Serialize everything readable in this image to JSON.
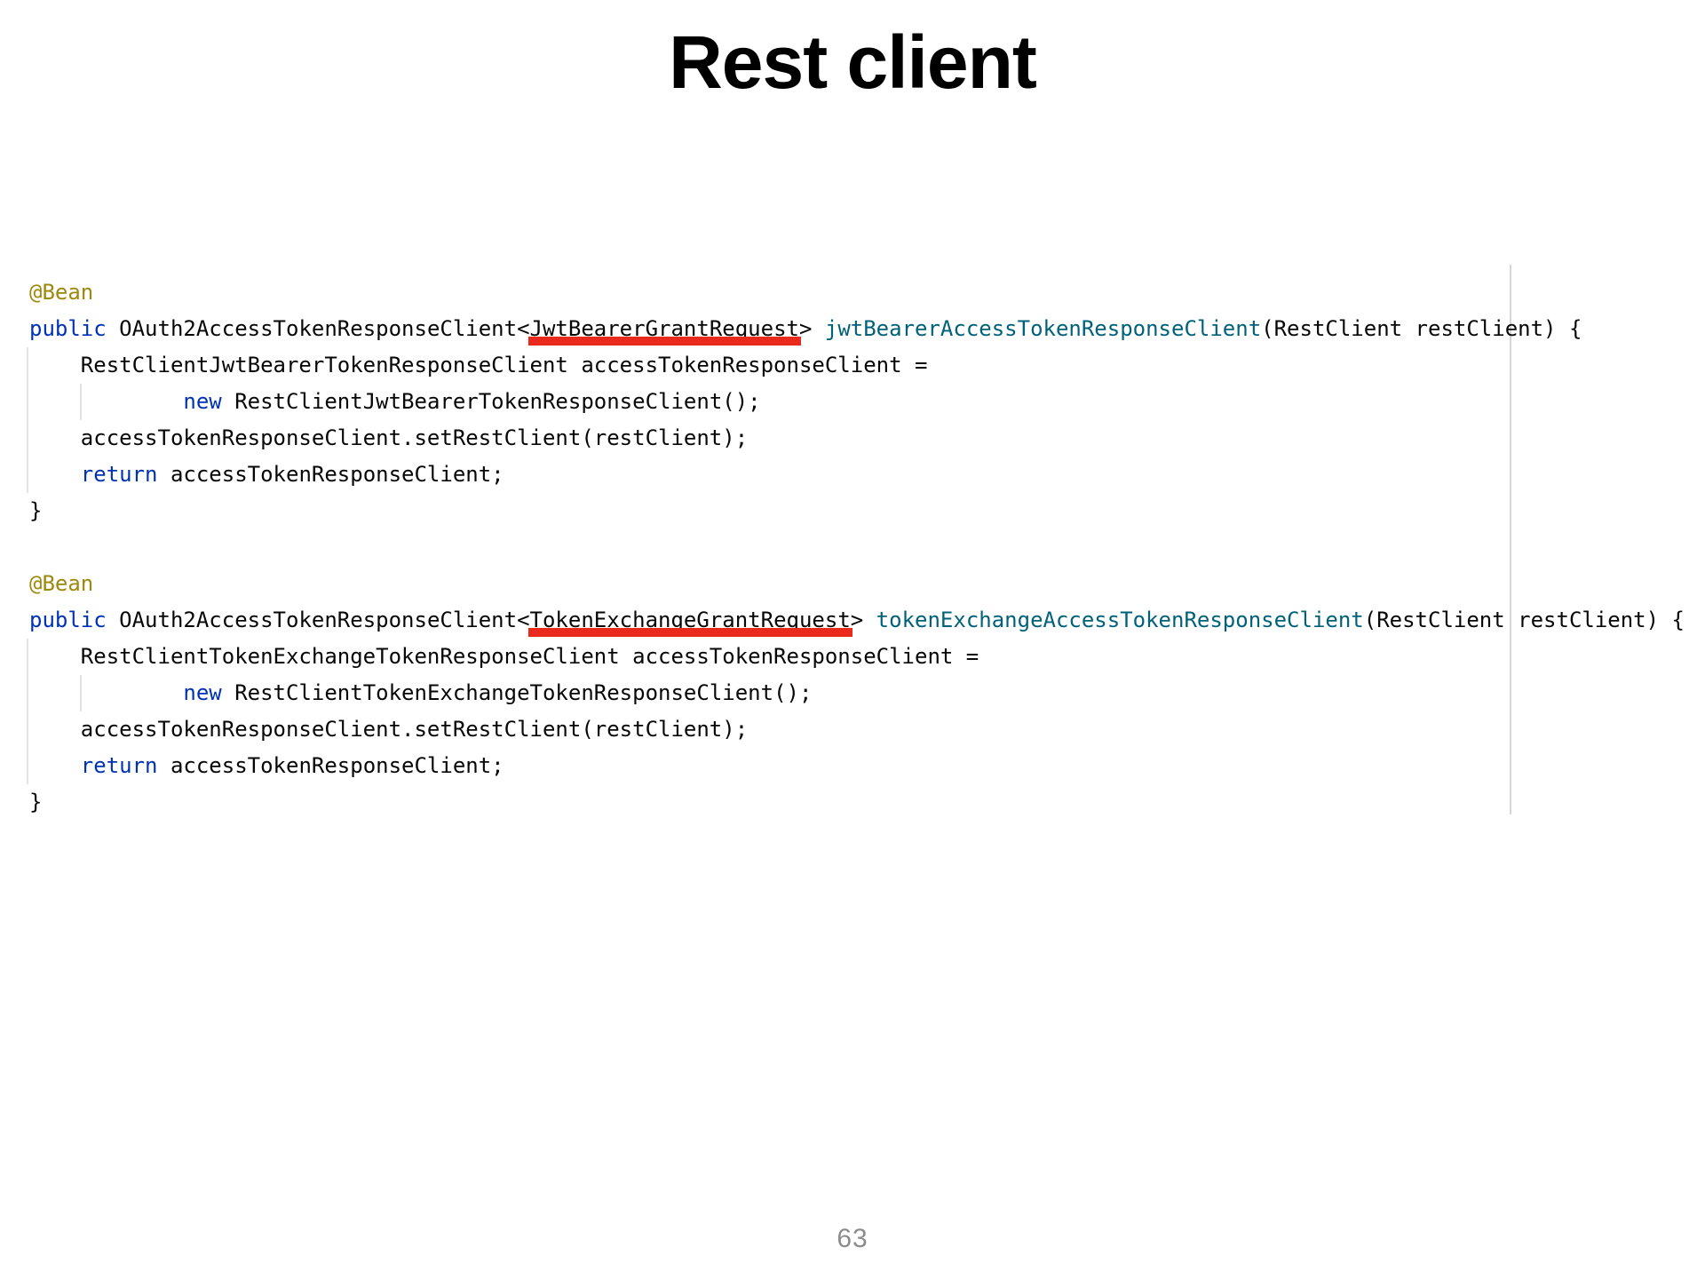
{
  "slide": {
    "title": "Rest client",
    "page_number": "63"
  },
  "colors": {
    "keyword": "#0033b3",
    "annotation": "#9e880d",
    "method": "#00627a",
    "plain": "#070707",
    "underline": "#e8291c",
    "guide": "#e2e2e2",
    "margin_line": "#d6d6d6",
    "page_number": "#8c8c8c",
    "background": "#ffffff"
  },
  "code": {
    "language": "java",
    "highlighted_types": [
      "JwtBearerGrantRequest",
      "TokenExchangeGrantRequest"
    ],
    "lines": [
      [
        {
          "text": "@Bean",
          "style": "annotation"
        }
      ],
      [
        {
          "text": "public ",
          "style": "keyword"
        },
        {
          "text": "OAuth2AccessTokenResponseClient<",
          "style": "plain"
        },
        {
          "text": "JwtBearerGrantRequest",
          "style": "plain",
          "underline": true
        },
        {
          "text": "> ",
          "style": "plain"
        },
        {
          "text": "jwtBearerAccessTokenResponseClient",
          "style": "method"
        },
        {
          "text": "(RestClient restClient) {",
          "style": "plain"
        }
      ],
      [
        {
          "text": "    RestClientJwtBearerTokenResponseClient accessTokenResponseClient =",
          "style": "plain"
        }
      ],
      [
        {
          "text": "            ",
          "style": "plain"
        },
        {
          "text": "new",
          "style": "keyword"
        },
        {
          "text": " RestClientJwtBearerTokenResponseClient();",
          "style": "plain"
        }
      ],
      [
        {
          "text": "    accessTokenResponseClient.setRestClient(restClient);",
          "style": "plain"
        }
      ],
      [
        {
          "text": "    ",
          "style": "plain"
        },
        {
          "text": "return",
          "style": "keyword"
        },
        {
          "text": " accessTokenResponseClient;",
          "style": "plain"
        }
      ],
      [
        {
          "text": "}",
          "style": "plain"
        }
      ],
      [],
      [
        {
          "text": "@Bean",
          "style": "annotation"
        }
      ],
      [
        {
          "text": "public ",
          "style": "keyword"
        },
        {
          "text": "OAuth2AccessTokenResponseClient<",
          "style": "plain"
        },
        {
          "text": "TokenExchangeGrantRequest",
          "style": "plain",
          "underline": true
        },
        {
          "text": "> ",
          "style": "plain"
        },
        {
          "text": "tokenExchangeAccessTokenResponseClient",
          "style": "method"
        },
        {
          "text": "(RestClient restClient) {",
          "style": "plain"
        }
      ],
      [
        {
          "text": "    RestClientTokenExchangeTokenResponseClient accessTokenResponseClient =",
          "style": "plain"
        }
      ],
      [
        {
          "text": "            ",
          "style": "plain"
        },
        {
          "text": "new",
          "style": "keyword"
        },
        {
          "text": " RestClientTokenExchangeTokenResponseClient();",
          "style": "plain"
        }
      ],
      [
        {
          "text": "    accessTokenResponseClient.setRestClient(restClient);",
          "style": "plain"
        }
      ],
      [
        {
          "text": "    ",
          "style": "plain"
        },
        {
          "text": "return",
          "style": "keyword"
        },
        {
          "text": " accessTokenResponseClient;",
          "style": "plain"
        }
      ],
      [
        {
          "text": "}",
          "style": "plain"
        }
      ]
    ]
  }
}
